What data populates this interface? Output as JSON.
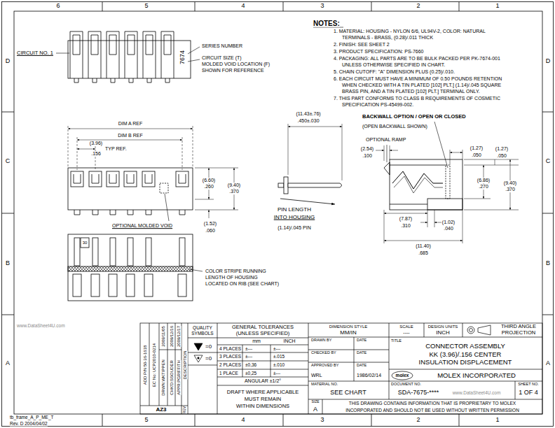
{
  "diagram": {
    "labels": [
      "6",
      "5",
      "4",
      "3",
      "2",
      "1",
      "5",
      "4",
      "3",
      "2",
      "1",
      "D",
      "C",
      "B",
      "A",
      "D",
      "C",
      "B",
      "A",
      "NOTES:",
      "1. MATERIAL: HOUSING - NYLON 6/6, UL94V-2, COLOR: NATURAL",
      "TERMINALS - BRASS, (0.28)/.011 THICK",
      "2. FINISH: SEE SHEET 2",
      "3. PRODUCT SPECIFICATION: PS-7660",
      "4. PACKAGING: ALL PARTS ARE TO BE BULK PACKED PER PK-7674-001",
      "UNLESS OTHERWISE SPECIFIED IN CHART.",
      "5. CHAIN CUTOFF: \"A\" DIMENSION PLUS (0.25)/.010.",
      "6. EACH CIRCUIT MUST HAVE A MINIMUM OF 0.50 POUNDS RETENTION",
      "WHEN CHECKED WITH A TIN PLATED [102] PLT.] (1.14)/.045 SQUARE",
      "BRASS PIN, AND A TIN PLATED [102] PLT.] TERMINAL ONLY.",
      "7. THIS PART CONFORMS TO CLASS B REQUIREMENTS OF COSMETIC",
      "SPECIFICATION PS-45499-002.",
      "CIRCUIT NO. 1",
      "SERIES NUMBER",
      "7674",
      "CIRCUIT SIZE (T)",
      "MOLDED VOID LOCATION (F)",
      "SHOWN FOR REFERENCE",
      "DIM A REF",
      "DIM B REF",
      "(3.96)",
      ".156",
      "TYP REF.",
      "(6.60)",
      ".260",
      "(9.40)",
      ".370",
      "OPTIONAL MOLDED VOID",
      "(1.52)",
      ".060",
      "(11.43±.76)",
      ".450±.030",
      "PIN LENGTH",
      "INTO HOUSING",
      "(1.14)/.045 PIN",
      "BACKWALL OPTION / OPEN OR CLOSED",
      "(OPEN BACKWALL SHOWN)",
      "OPTIONAL RAMP",
      "(2.54)",
      ".100",
      "(1.27)",
      ".050",
      "(1.27)",
      ".050",
      "(6.86)",
      ".270",
      "(9.40)",
      ".370",
      "(7.87)",
      ".310",
      "(1.02)",
      ".040",
      "(11.40)",
      ".685",
      "30",
      "COLOR STRIPE RUNNING",
      "LENGTH OF HOUSING",
      "LOCATED ON RIB (SEE CHART)",
      "www.DataSheet4U.com",
      "www.DataSheet4U.com",
      "tb_frame_A_P_ME_T",
      "Rev. D 2004/04/02",
      "ADD P/N 50-36-1618",
      "EC No: UCP2010-0214",
      "2009/11/05",
      "DRWN:WKTIPPEN",
      "2009/12/16",
      "CHK'D:SSOUDER",
      "2009/12/17",
      "APPR:PGRIFFITH",
      "DESCRIPTION",
      "AZ3",
      "REV",
      "QUALITY",
      "SYMBOLS",
      "=0",
      "=0",
      "GENERAL TOLERANCES",
      "(UNLESS SPECIFIED)",
      "mm",
      "INCH",
      "4 PLACES",
      "±---",
      "±---",
      "3 PLACES",
      "±---",
      "±.015",
      "2 PLACES",
      "±0,36",
      "±.010",
      "1 PLACE",
      "±0,25",
      "±---",
      "ANGULAR ±1/2°",
      "DRAFT WHERE APPLICABLE",
      "MUST REMAIN",
      "WITHIN DIMENSIONS",
      "DIMENSION STYLE",
      "MM/IN",
      "DRAWN BY",
      "DATE",
      "CHECKED BY",
      "DATE",
      "APPROVED BY",
      "DATE",
      "WRL",
      "1986/02/14",
      "MATERIAL NO.",
      "SEE CHART",
      "SIZE",
      "A",
      "SCALE",
      "----",
      "DESIGN UNITS",
      "INCH",
      "THIRD ANGLE",
      "PROJECTION",
      "TITLE",
      "CONNECTOR ASSEMBLY",
      "KK (3.96)/.156 CENTER",
      "INSULATION DISPLACEMENT",
      "molex",
      "MOLEX INCORPORATED",
      "DOCUMENT NO.",
      "SDA-7675-****",
      "SHEET NO.",
      "1 OF 4",
      "THIS DRAWING CONTAINS INFORMATION THAT IS PROPRIETARY TO MOLEX",
      "INCORPORATED AND SHOULD NOT BE USED WITHOUT WRITTEN PERMISSION"
    ]
  }
}
